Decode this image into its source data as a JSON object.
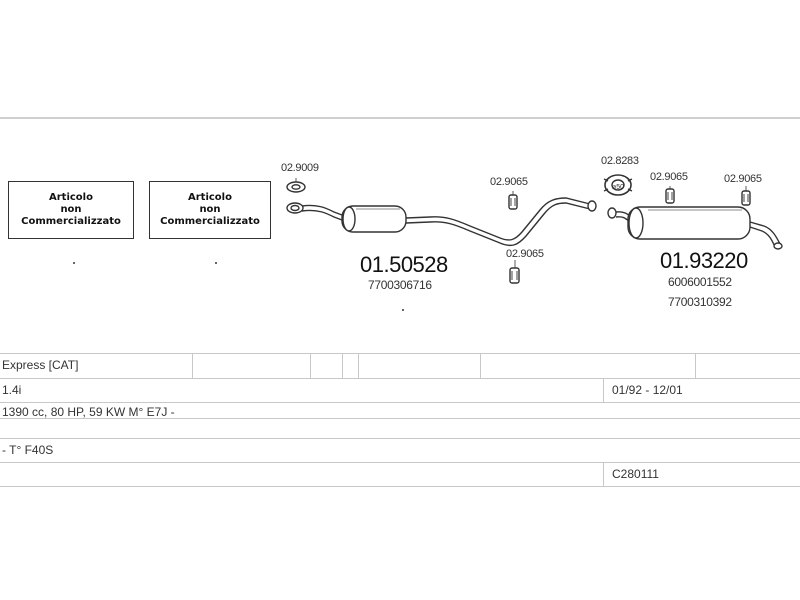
{
  "not_available_boxes": [
    {
      "line1": "Articolo",
      "line2": "non",
      "line3": "Commercializzato"
    },
    {
      "line1": "Articolo",
      "line2": "non",
      "line3": "Commercializzato"
    }
  ],
  "front_section": {
    "gasket_code": "02.9009",
    "part_number": "01.50528",
    "oem_number": "7700306716",
    "clamp_top_code": "02.9065",
    "clamp_bottom_code": "02.9065"
  },
  "rear_section": {
    "ring_code": "02.8283",
    "ring_label": "⌀50",
    "clamp_left_code": "02.9065",
    "clamp_right_code": "02.9065",
    "part_number": "01.93220",
    "oem_number_1": "6006001552",
    "oem_number_2": "7700310392"
  },
  "table": {
    "row1": {
      "model": "Express  [CAT]"
    },
    "row2": {
      "engine": "1.4i",
      "years": "01/92  -  12/01"
    },
    "row3": {
      "specs": "1390 cc, 80 HP, 59 KW  M° E7J  -"
    },
    "row4": {
      "gearbox": "- T° F40S"
    },
    "row5": {
      "code": "C280111"
    }
  }
}
